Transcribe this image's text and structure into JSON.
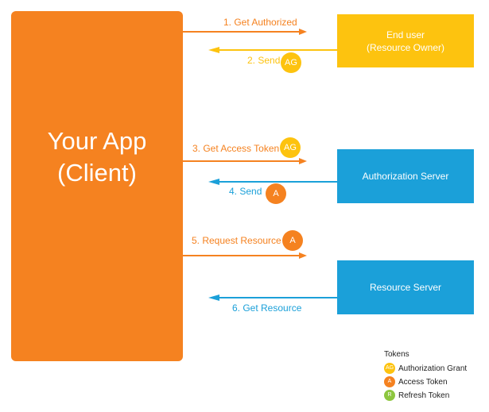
{
  "client": {
    "label_line1": "Your App",
    "label_line2": "(Client)",
    "color": "#f58220"
  },
  "actors": {
    "owner": {
      "line1": "End user",
      "line2": "(Resource Owner)",
      "color": "#fdc30f"
    },
    "auth_server": {
      "label": "Authorization Server",
      "color": "#1ba0d9"
    },
    "resource_server": {
      "label": "Resource Server",
      "color": "#1ba0d9"
    }
  },
  "steps": [
    {
      "label": "1. Get Authorized",
      "direction": "to-owner",
      "token": ""
    },
    {
      "label": "2. Send",
      "direction": "from-owner",
      "token": "AG"
    },
    {
      "label": "3. Get Access Token",
      "direction": "to-auth-server",
      "token": "AG"
    },
    {
      "label": "4. Send",
      "direction": "from-auth-server",
      "token": "A"
    },
    {
      "label": "5. Request Resource",
      "direction": "to-resource-server",
      "token": "A"
    },
    {
      "label": "6. Get Resource",
      "direction": "from-resource-server",
      "token": ""
    }
  ],
  "legend": {
    "title": "Tokens",
    "items": [
      {
        "badge": "AG",
        "label": "Authorization Grant",
        "color": "#fdc30f"
      },
      {
        "badge": "A",
        "label": "Access Token",
        "color": "#f58220"
      },
      {
        "badge": "R",
        "label": "Refresh Token",
        "color": "#8dc63f"
      }
    ]
  }
}
